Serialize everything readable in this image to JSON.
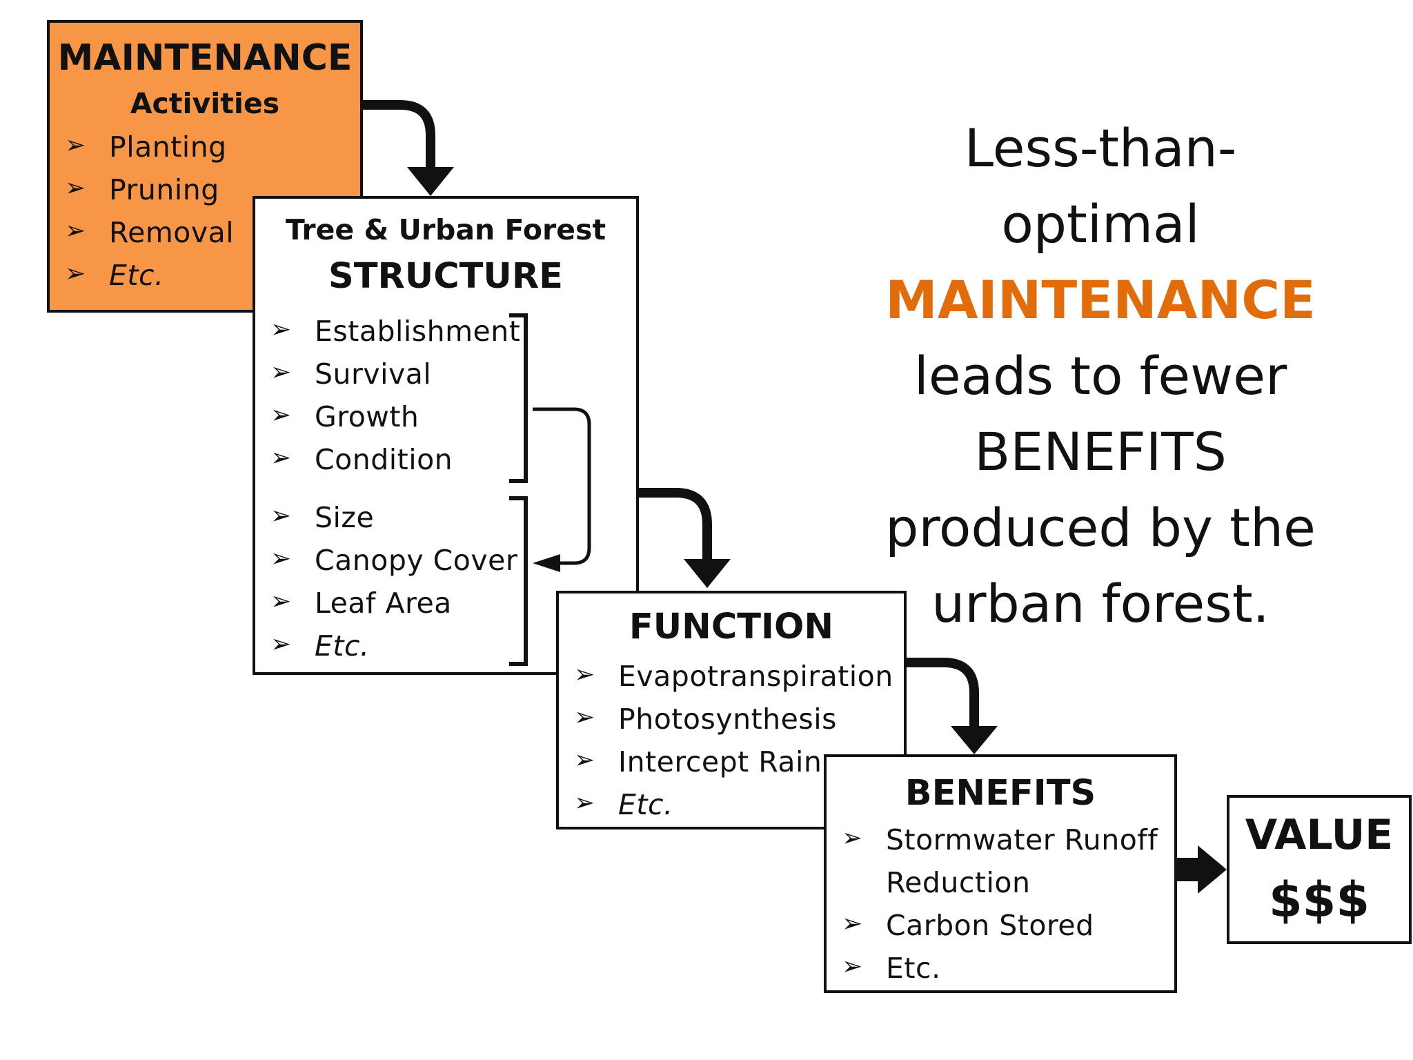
{
  "maintenance": {
    "title": "MAINTENANCE",
    "subtitle": "Activities",
    "items": [
      "Planting",
      "Pruning",
      "Removal",
      "Etc."
    ],
    "fill": "#f79646"
  },
  "structure": {
    "title": "Tree & Urban Forest",
    "subtitle": "STRUCTURE",
    "group1": [
      "Establishment",
      "Survival",
      "Growth",
      "Condition"
    ],
    "group2": [
      "Size",
      "Canopy Cover",
      "Leaf Area",
      "Etc."
    ]
  },
  "function": {
    "title": "FUNCTION",
    "items": [
      "Evapotranspiration",
      "Photosynthesis",
      "Intercept Rain",
      "Etc."
    ]
  },
  "benefits": {
    "title": "BENEFITS",
    "items": [
      "Stormwater Runoff",
      "Reduction",
      "Carbon Stored",
      "Etc."
    ]
  },
  "value": {
    "title": "VALUE",
    "symbol": "$$$"
  },
  "caption": {
    "line1": "Less-than-",
    "line2": "optimal",
    "highlight": "MAINTENANCE",
    "line4": "leads to fewer",
    "line5": "BENEFITS",
    "line6": "produced by the",
    "line7": "urban forest.",
    "highlight_color": "#e36c0a"
  },
  "bullet_glyph": "➢"
}
